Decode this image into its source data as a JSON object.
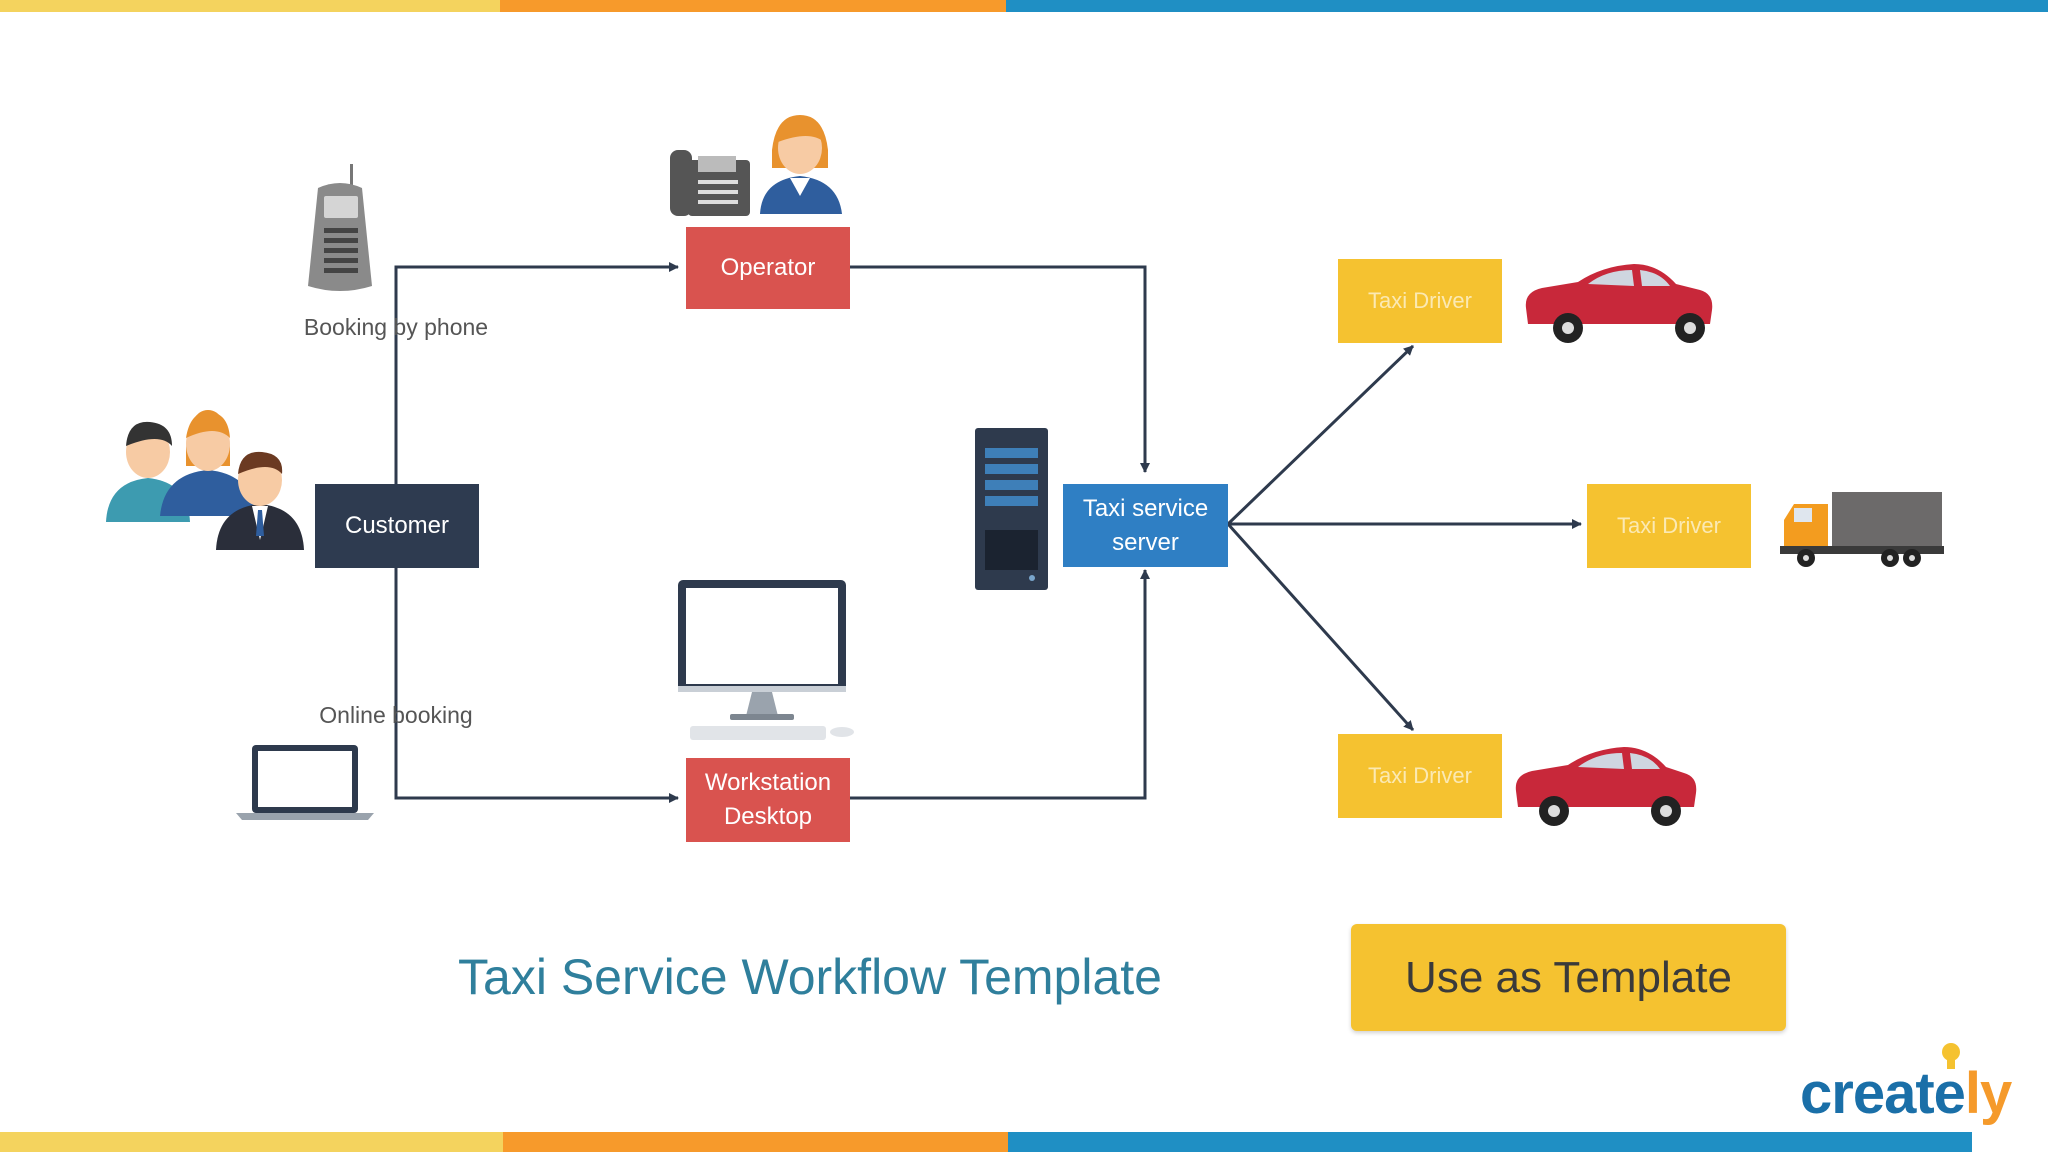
{
  "colors": {
    "stripe_yellow": "#f4d35e",
    "stripe_orange": "#f79a2b",
    "stripe_blue": "#1f8fc4",
    "connector": "#2e3a4d",
    "operator_red": "#d9534f",
    "customer_navy": "#2e3b50",
    "server_blue": "#2f7fc4",
    "driver_yellow": "#f5c230",
    "title_teal": "#2f7f9c",
    "logo_blue": "#1a6fa8",
    "logo_orange": "#f59a2b"
  },
  "nodes": {
    "operator": "Operator",
    "customer": "Customer",
    "server_line1": "Taxi service",
    "server_line2": "server",
    "workstation_line1": "Workstation",
    "workstation_line2": "Desktop",
    "driver_1": "Taxi Driver",
    "driver_2": "Taxi Driver",
    "driver_3": "Taxi Driver"
  },
  "labels": {
    "booking_phone": "Booking by phone",
    "online_booking": "Online booking"
  },
  "title": "Taxi Service Workflow Template",
  "cta": "Use as Template",
  "logo": {
    "main": "create",
    "accent": "ly"
  },
  "icons": [
    "cordless-phone-icon",
    "desk-phone-icon",
    "operator-woman-icon",
    "customers-group-icon",
    "laptop-icon",
    "desktop-monitor-icon",
    "keyboard-icon",
    "server-rack-icon",
    "red-car-icon",
    "truck-icon",
    "lightbulb-icon"
  ]
}
